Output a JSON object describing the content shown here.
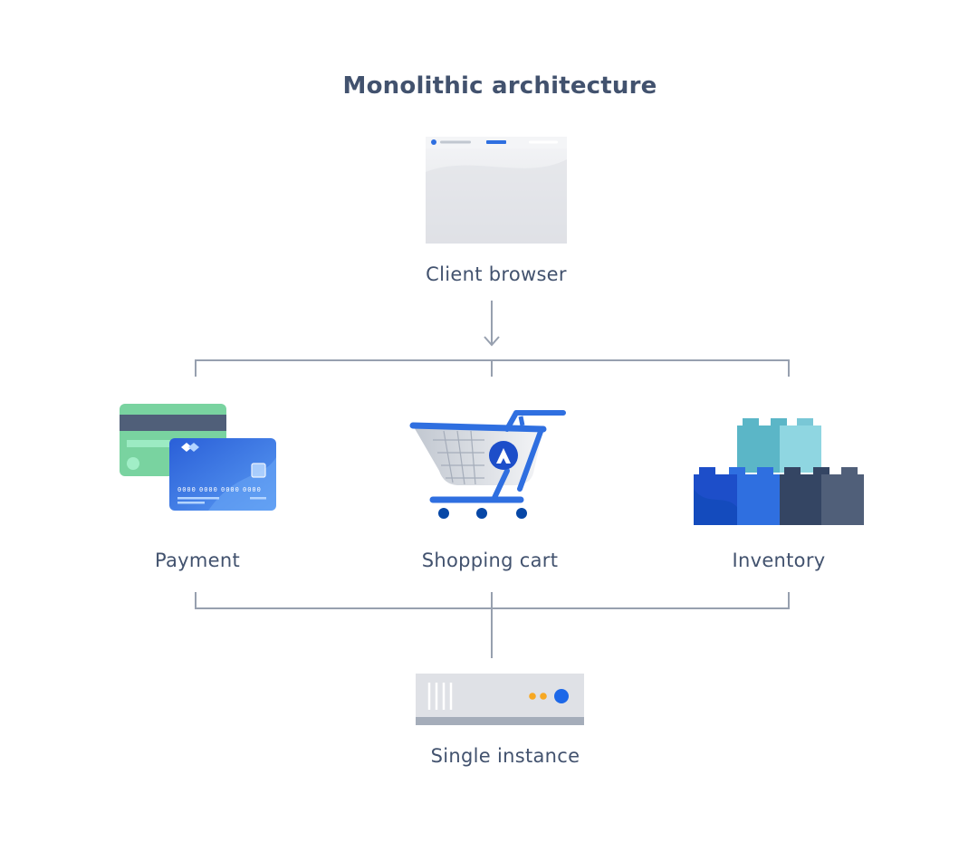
{
  "title": "Monolithic architecture",
  "nodes": {
    "client": {
      "label": "Client browser"
    },
    "payment": {
      "label": "Payment"
    },
    "cart": {
      "label": "Shopping cart"
    },
    "inventory": {
      "label": "Inventory"
    },
    "server": {
      "label": "Single instance"
    }
  },
  "card": {
    "number_groups": [
      "0000",
      "0000",
      "0000",
      "0000"
    ]
  },
  "colors": {
    "text": "#42526e",
    "connector": "#97a0af",
    "blue": "#2f6fe0",
    "green": "#79d3a0",
    "teal": "#79c7d6",
    "navy": "#344563",
    "server_dot_orange": "#f7a823",
    "server_dot_blue": "#1d68e8"
  }
}
